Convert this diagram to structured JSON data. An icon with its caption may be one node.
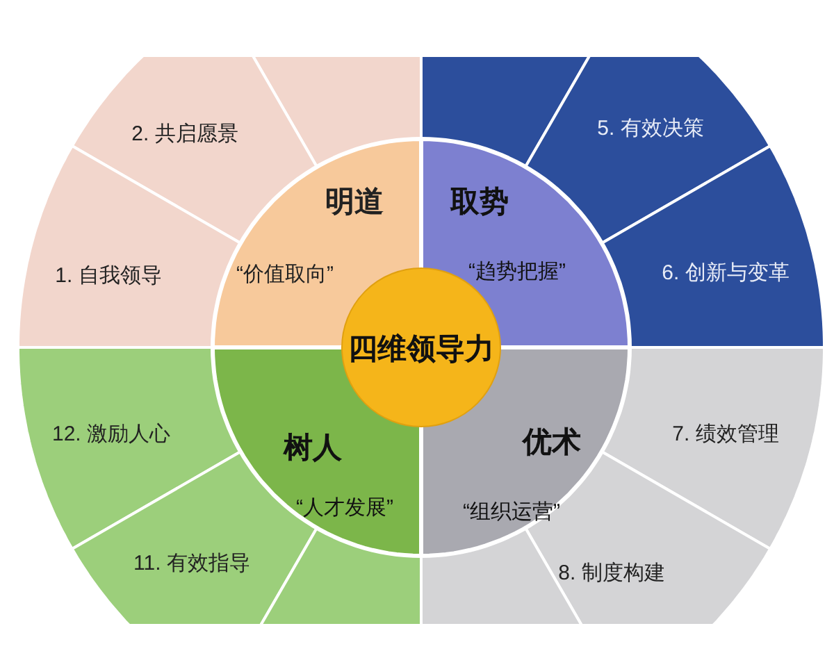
{
  "diagram": {
    "nodes": [
      {
        "text": [],
        "shape": "sector"
      },
      {
        "text": [
          "2. 共启愿景"
        ]
      },
      {
        "text": [
          "1. 自我领导"
        ]
      },
      {
        "text": [
          "明道",
          "“价值取向”"
        ]
      },
      {
        "text": [
          "取势",
          "“趋势把握”"
        ]
      },
      {
        "text": [],
        "shape": "sector"
      },
      {
        "text": [
          "5. 有效决策"
        ]
      },
      {
        "text": [
          "6. 创新与变革"
        ]
      },
      {
        "text": [
          "四维领导力"
        ]
      },
      {
        "text": [
          "12. 激励人心"
        ]
      },
      {
        "text": [
          "树人",
          "“人才发展”"
        ]
      },
      {
        "text": [
          "优术",
          "“组织运营”"
        ]
      },
      {
        "text": [
          "7. 绩效管理"
        ]
      },
      {
        "text": [
          "11. 有效指导"
        ]
      },
      {
        "text": [
          "8. 制度构建"
        ]
      },
      {
        "text": [],
        "shape": "sector"
      },
      {
        "text": [],
        "shape": "sector"
      }
    ]
  }
}
